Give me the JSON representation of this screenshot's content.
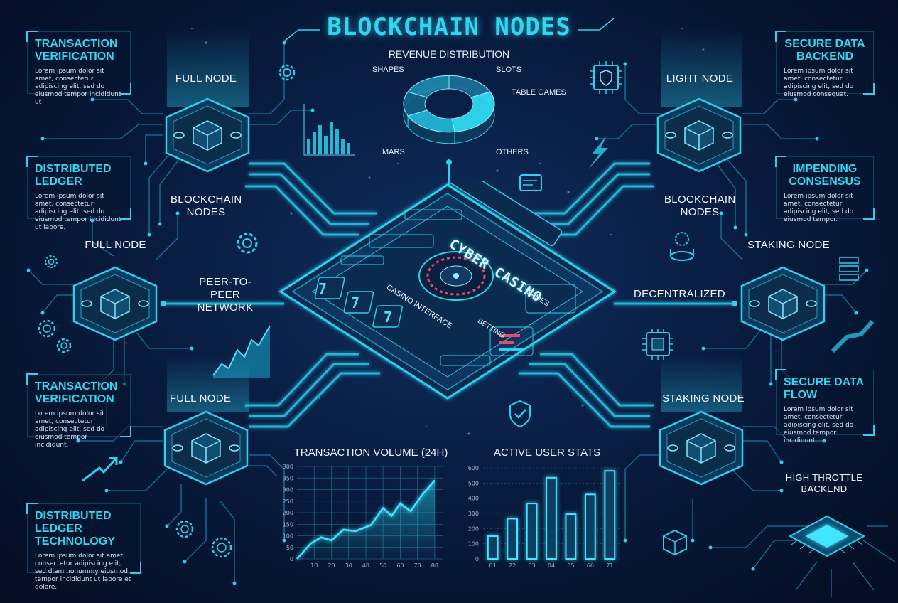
{
  "title": "BLOCKCHAIN NODES",
  "colors": {
    "accent": "#32d4ee",
    "background": "#071630",
    "node_fill": "#0d3a5c"
  },
  "revenue": {
    "title": "REVENUE DISTRIBUTION",
    "slices": [
      {
        "label": "SHAPES",
        "value": 18
      },
      {
        "label": "SLOTS",
        "value": 30
      },
      {
        "label": "TABLE GAMES",
        "value": 20
      },
      {
        "label": "OTHERS",
        "value": 14
      },
      {
        "label": "MARS",
        "value": 18
      }
    ]
  },
  "nodes": {
    "full_node_top": "FULL NODE",
    "full_node_mid": "FULL NODE",
    "full_node_bottom": "FULL NODE",
    "light_node": "LIGHT NODE",
    "staking_node_mid": "STAKING NODE",
    "staking_node_bottom": "STAKING NODE"
  },
  "labels": {
    "blockchain_nodes_left": "BLOCKCHAIN NODES",
    "blockchain_nodes_right": "BLOCKCHAIN NODES",
    "p2p": "PEER-TO-PEER NETWORK",
    "decentralized": "DECENTRALIZED",
    "high_throttle": "HIGH THROTTLE BACKEND"
  },
  "panels": [
    {
      "heading": "TRANSACTION VERIFICATION",
      "body": "Lorem ipsum dolor sit amet, consectetur adipiscing elit, sed do eiusmod tempor incididunt ut"
    },
    {
      "heading": "DISTRIBUTED LEDGER",
      "body": "Lorem ipsum dolor sit amet, consectetur adipiscing elit, sed do eiusmod tempor incididunt ut labore."
    },
    {
      "heading": "TRANSACTION VERIFICATION",
      "body": "Lorem ipsum dolor sit amet, consectetur adipiscing elit, sed do eiusmod tempor incididunt."
    },
    {
      "heading": "DISTRIBUTED LEDGER TECHNOLOGY",
      "body": "Lorem ipsum dolor sit amet, consectetur adipiscing elit, sed diam nonummy eiusmod tempor incididunt ut labore et dolore."
    },
    {
      "heading": "SECURE DATA BACKEND",
      "body": "Lorem ipsum dolor sit amet, consectetur adipiscing elit, sed do eiusmod consequat."
    },
    {
      "heading": "IMPENDING CONSENSUS",
      "body": "Lorem ipsum dolor sit amet, consectetur adipiscing elit, sed do eiusmod tempor."
    },
    {
      "heading": "SECURE DATA FLOW",
      "body": "Lorem ipsum dolor sit amet, consectetur adipiscing elit, sed do eiusmod tempor incididunt."
    }
  ],
  "casino": {
    "title": "CYBER CASINO",
    "interface": "CASINO INTERFACE",
    "games": "GAMES",
    "betting": "BETTING",
    "reel_symbol": "7"
  },
  "chart_data": [
    {
      "type": "area",
      "title": "TRANSACTION VOLUME (24H)",
      "x": [
        0,
        8,
        14,
        20,
        27,
        34,
        43,
        50,
        55,
        60,
        66,
        73,
        80
      ],
      "y": [
        0,
        50,
        70,
        60,
        95,
        90,
        110,
        165,
        140,
        180,
        155,
        210,
        255
      ],
      "xticks": [
        10,
        20,
        30,
        40,
        50,
        60,
        70,
        80
      ],
      "yticks": [
        0,
        50,
        100,
        150,
        200,
        250,
        300,
        350,
        300
      ],
      "xlim": [
        0,
        85
      ],
      "ylim": [
        0,
        300
      ]
    },
    {
      "type": "bar",
      "title": "ACTIVE USER STATS",
      "categories": [
        "01",
        "22",
        "63",
        "04",
        "55",
        "66",
        "71"
      ],
      "values": [
        150,
        265,
        365,
        535,
        295,
        425,
        580
      ],
      "yticks": [
        0,
        100,
        200,
        300,
        400,
        500,
        600
      ],
      "ylim": [
        0,
        600
      ]
    }
  ]
}
